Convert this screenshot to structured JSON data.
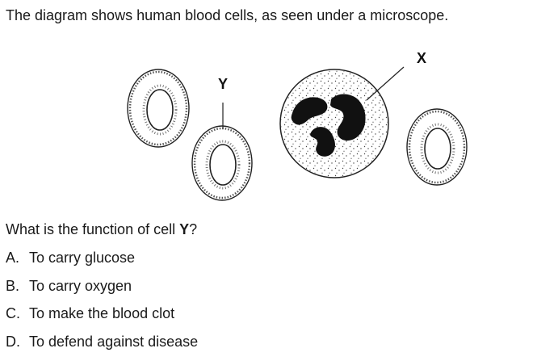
{
  "intro_text": "The diagram shows human blood cells, as seen under a microscope.",
  "diagram": {
    "label_x": "X",
    "label_y": "Y"
  },
  "question": {
    "prefix": "What is the function of cell ",
    "cell": "Y",
    "suffix": "?"
  },
  "options": [
    {
      "letter": "A.",
      "text": "To carry glucose"
    },
    {
      "letter": "B.",
      "text": "To carry oxygen"
    },
    {
      "letter": "C.",
      "text": "To make the blood clot"
    },
    {
      "letter": "D.",
      "text": "To defend against disease"
    }
  ]
}
